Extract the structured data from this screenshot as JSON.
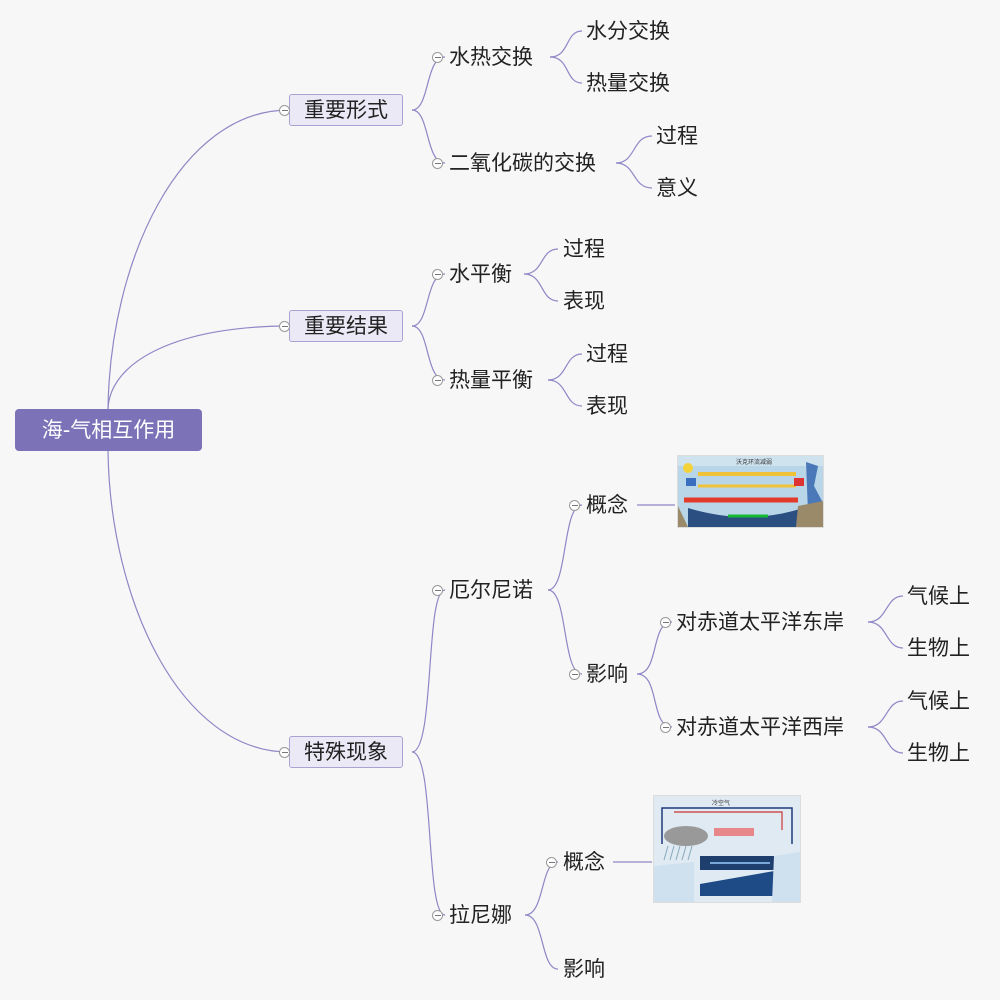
{
  "root": "海-气相互作用",
  "branches": {
    "b1": {
      "label": "重要形式",
      "c1": {
        "label": "水热交换",
        "leaves": [
          "水分交换",
          "热量交换"
        ]
      },
      "c2": {
        "label": "二氧化碳的交换",
        "leaves": [
          "过程",
          "意义"
        ]
      }
    },
    "b2": {
      "label": "重要结果",
      "c1": {
        "label": "水平衡",
        "leaves": [
          "过程",
          "表现"
        ]
      },
      "c2": {
        "label": "热量平衡",
        "leaves": [
          "过程",
          "表现"
        ]
      }
    },
    "b3": {
      "label": "特殊现象",
      "elnino": {
        "label": "厄尔尼诺",
        "concept": "概念",
        "impact": "影响",
        "east": {
          "label": "对赤道太平洋东岸",
          "leaves": [
            "气候上",
            "生物上"
          ]
        },
        "west": {
          "label": "对赤道太平洋西岸",
          "leaves": [
            "气候上",
            "生物上"
          ]
        }
      },
      "lanina": {
        "label": "拉尼娜",
        "concept": "概念",
        "impact": "影响"
      }
    }
  },
  "images": {
    "walker": {
      "title": "沃克环流减弱"
    },
    "lanina": {
      "title": "冷空气"
    }
  },
  "colors": {
    "root_bg": "#7b72b8",
    "box_bg": "#ece9f7",
    "link": "#8e87c6"
  }
}
